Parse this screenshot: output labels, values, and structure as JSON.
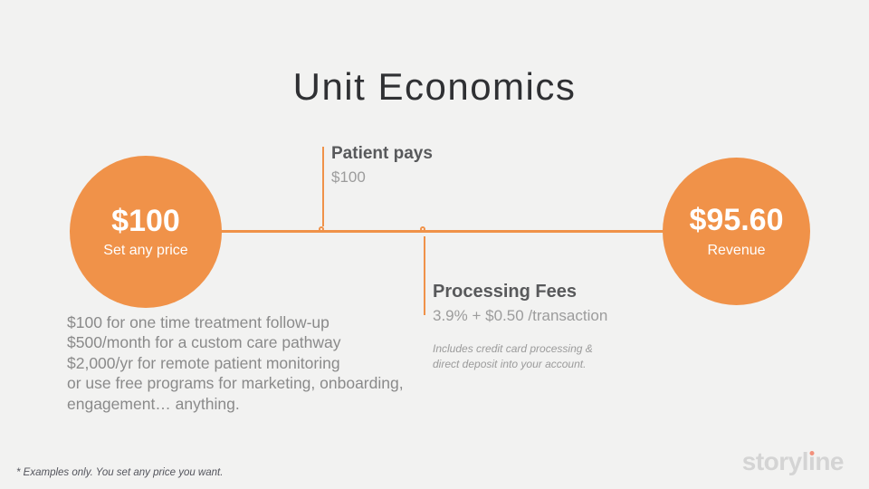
{
  "slide": {
    "title": "Unit Economics",
    "background_color": "#F2F2F1",
    "accent_color": "#F09249",
    "connector_node_fill": "#FFFFFF"
  },
  "left_circle": {
    "value": "$100",
    "label": "Set any price"
  },
  "right_circle": {
    "value": "$95.60",
    "label": "Revenue"
  },
  "patient_pays": {
    "title": "Patient pays",
    "value": "$100"
  },
  "processing_fees": {
    "title": "Processing Fees",
    "value": "3.9% + $0.50 /transaction",
    "note_line1": "Includes credit card processing &",
    "note_line2": "direct deposit into your account."
  },
  "pricing_examples": {
    "lines": [
      "$100 for one time treatment follow-up",
      "$500/month for a custom care pathway",
      "$2,000/yr for remote patient monitoring",
      "or use free programs for marketing, onboarding,",
      "engagement… anything."
    ]
  },
  "footnote": "*  Examples only. You set any price you want.",
  "logo": {
    "part1": "storyl",
    "i": "ı",
    "part2": "ne",
    "text_color": "#D4D4D4",
    "dot_color": "#F2917C"
  }
}
